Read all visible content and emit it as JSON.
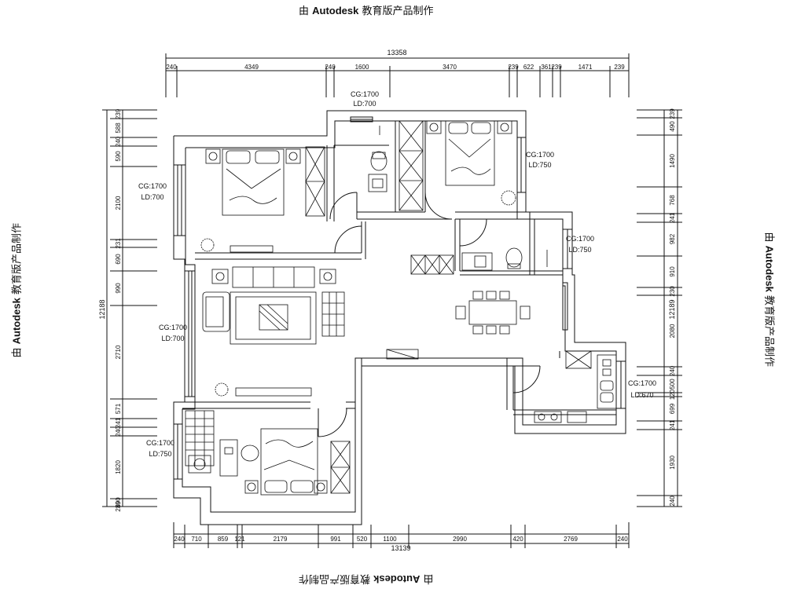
{
  "watermark": {
    "prefix": "由 ",
    "brand": "Autodesk",
    "suffix": " 教育版产品制作"
  },
  "dims": {
    "top_total": "13358",
    "top": [
      "240",
      "4349",
      "240",
      "1600",
      "3470",
      "239",
      "622",
      "361",
      "239",
      "1471",
      "239"
    ],
    "bottom_total": "13139",
    "bottom": [
      "240",
      "710",
      "859",
      "121",
      "2179",
      "991",
      "520",
      "1100",
      "2990",
      "420",
      "2769",
      "240"
    ],
    "left_total": "12188",
    "left": [
      "239",
      "588",
      "240",
      "590",
      "2100",
      "231",
      "690",
      "990",
      "2710",
      "571",
      "241",
      "240",
      "1820",
      "690",
      "239"
    ],
    "right_total": "12189",
    "right": [
      "239",
      "490",
      "1490",
      "768",
      "241",
      "982",
      "910",
      "230",
      "2080",
      "240",
      "500",
      "120",
      "699",
      "241",
      "1930",
      "240"
    ]
  },
  "windows": [
    {
      "id": "bedroom-top-middle",
      "cg": "CG:1700",
      "ld": "LD:700"
    },
    {
      "id": "bedroom-top-left",
      "cg": "CG:1700",
      "ld": "LD:700"
    },
    {
      "id": "bedroom-top-right",
      "cg": "CG:1700",
      "ld": "LD:750"
    },
    {
      "id": "bathroom-right",
      "cg": "CG:1700",
      "ld": "LD:750"
    },
    {
      "id": "living-room",
      "cg": "CG:1700",
      "ld": "LD:700"
    },
    {
      "id": "kitchen",
      "cg": "CG:1700",
      "ld": "LD:670"
    },
    {
      "id": "bedroom-bottom",
      "cg": "CG:1700",
      "ld": "LD:750"
    }
  ]
}
